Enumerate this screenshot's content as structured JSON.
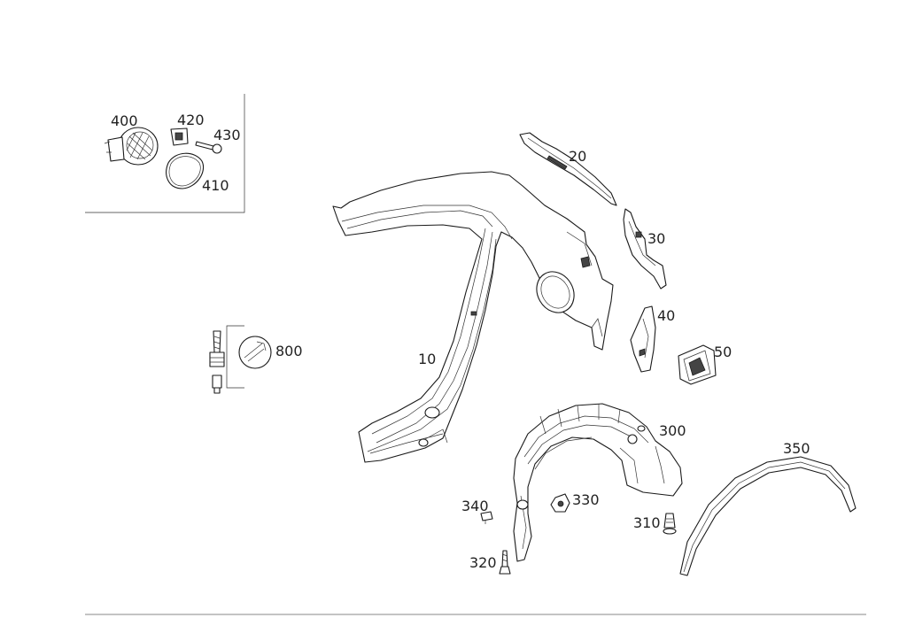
{
  "labels": {
    "p10": "10",
    "p20": "20",
    "p30": "30",
    "p40": "40",
    "p50": "50",
    "p300": "300",
    "p310": "310",
    "p320": "320",
    "p330": "330",
    "p340": "340",
    "p350": "350",
    "p400": "400",
    "p410": "410",
    "p420": "420",
    "p430": "430",
    "p800": "800"
  }
}
